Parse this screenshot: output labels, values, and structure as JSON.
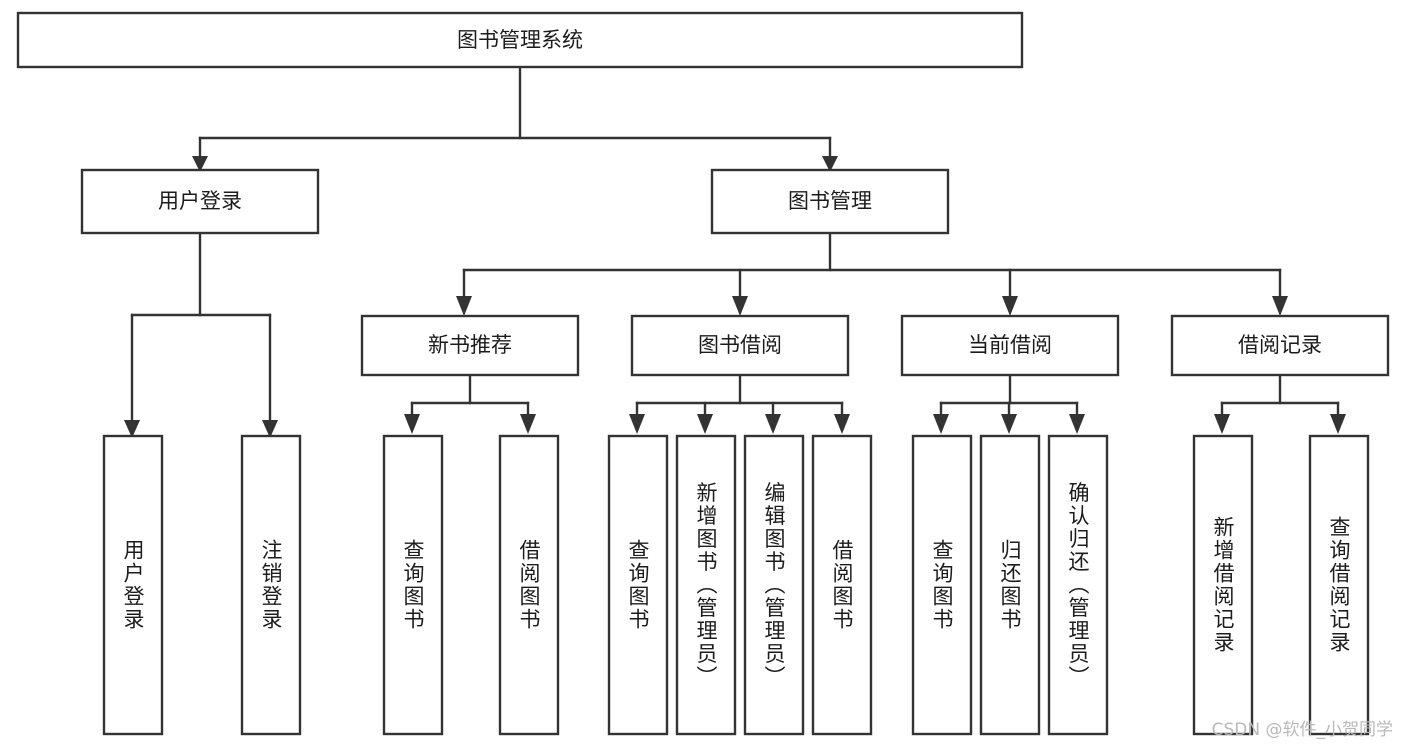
{
  "diagram": {
    "type": "tree-hierarchy",
    "title": "图书管理系统",
    "orientation": "top-down",
    "root": {
      "id": "root",
      "label": "图书管理系统",
      "text_direction": "horizontal"
    },
    "level2": [
      {
        "id": "user-login",
        "label": "用户登录",
        "text_direction": "horizontal",
        "children": [
          {
            "id": "user-login-do",
            "label": "用户登录",
            "text_direction": "vertical"
          },
          {
            "id": "user-logout",
            "label": "注销登录",
            "text_direction": "vertical"
          }
        ]
      },
      {
        "id": "book-manage",
        "label": "图书管理",
        "text_direction": "horizontal",
        "children": [
          {
            "id": "new-book-rec",
            "label": "新书推荐",
            "text_direction": "horizontal",
            "children": [
              {
                "id": "query-book-1",
                "label": "查询图书",
                "text_direction": "vertical"
              },
              {
                "id": "borrow-book-1",
                "label": "借阅图书",
                "text_direction": "vertical"
              }
            ]
          },
          {
            "id": "book-borrow",
            "label": "图书借阅",
            "text_direction": "horizontal",
            "children": [
              {
                "id": "query-book-2",
                "label": "查询图书",
                "text_direction": "vertical"
              },
              {
                "id": "add-book",
                "label": "新增图书（管理员）",
                "text_direction": "vertical"
              },
              {
                "id": "edit-book",
                "label": "编辑图书（管理员）",
                "text_direction": "vertical"
              },
              {
                "id": "borrow-book-2",
                "label": "借阅图书",
                "text_direction": "vertical"
              }
            ]
          },
          {
            "id": "current-borrow",
            "label": "当前借阅",
            "text_direction": "horizontal",
            "children": [
              {
                "id": "query-book-3",
                "label": "查询图书",
                "text_direction": "vertical"
              },
              {
                "id": "return-book",
                "label": "归还图书",
                "text_direction": "vertical"
              },
              {
                "id": "confirm-return",
                "label": "确认归还（管理员）",
                "text_direction": "vertical"
              }
            ]
          },
          {
            "id": "borrow-record",
            "label": "借阅记录",
            "text_direction": "horizontal",
            "children": [
              {
                "id": "add-borrow-record",
                "label": "新增借阅记录",
                "text_direction": "vertical"
              },
              {
                "id": "query-borrow-record",
                "label": "查询借阅记录",
                "text_direction": "vertical"
              }
            ]
          }
        ]
      }
    ]
  },
  "watermark": {
    "label": "CSDN @软件_小贺同学"
  },
  "colors": {
    "stroke": "#333333",
    "box_fill": "#ffffff",
    "text": "#1c1c1c",
    "background": "#ffffff",
    "watermark": "#b9b9b9"
  }
}
